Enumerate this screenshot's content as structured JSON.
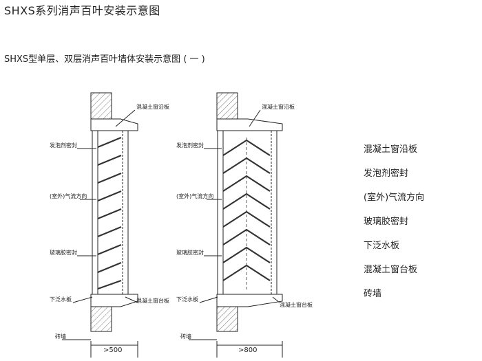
{
  "title": "SHXS系列消声百叶安装示意图",
  "subtitle": "SHXS型单层、双层消声百叶墙体安装示意图 ( 一 )",
  "left_diagram": {
    "labels": {
      "sill_top": "混凝土窗沿板",
      "foam_seal": "发泡剂密封",
      "airflow": "(室外)气流方向",
      "glass_seal": "玻璃胶密封",
      "flashing": "下泛水板",
      "sill_bottom": "混凝土窗台板",
      "brick": "砖墙"
    },
    "dimension": ">500"
  },
  "right_diagram": {
    "labels": {
      "sill_top": "混凝土窗沿板",
      "foam_seal": "发泡剂密封",
      "airflow": "(室外)气流方向",
      "glass_seal": "玻璃胶密封",
      "flashing": "下泛水板",
      "sill_bottom": "混凝土窗台板",
      "brick": "砖墙"
    },
    "dimension": ">800"
  },
  "legend": [
    "混凝土窗沿板",
    "发泡剂密封",
    "(室外)气流方向",
    "玻璃胶密封",
    "下泛水板",
    "混凝土窗台板",
    "砖墙"
  ]
}
